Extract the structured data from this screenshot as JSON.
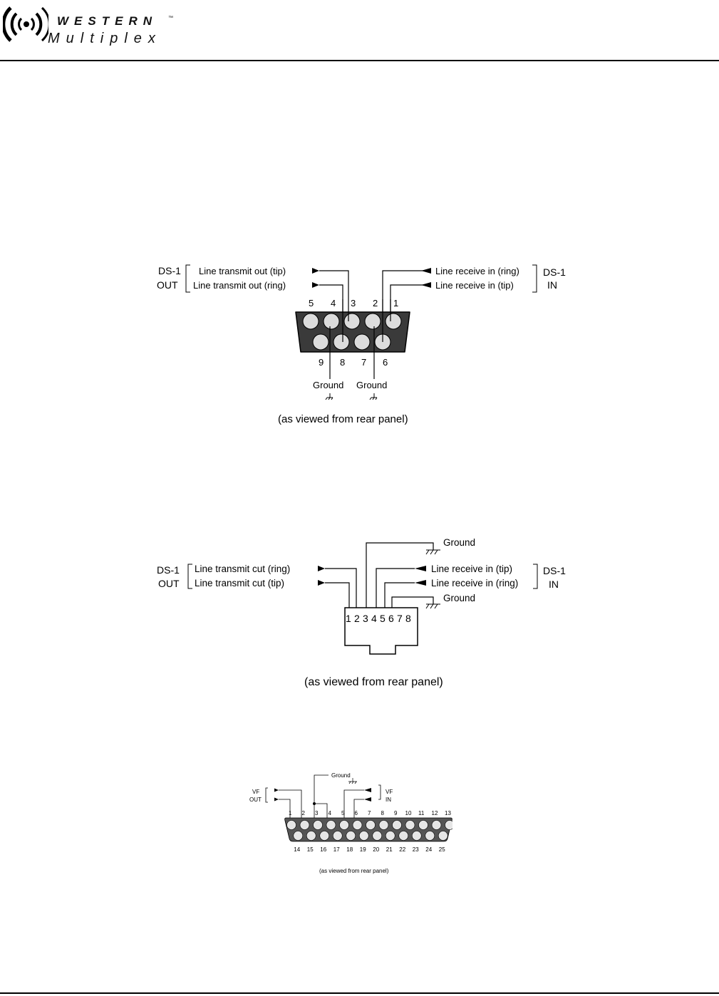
{
  "header": {
    "brand_line1": "WESTERN",
    "trademark": "™",
    "brand_line2": "Multiplex"
  },
  "db9": {
    "out_group": [
      "DS-1",
      "OUT"
    ],
    "in_group": [
      "DS-1",
      "IN"
    ],
    "out_signals": [
      "Line transmit out (tip)",
      "Line transmit out (ring)"
    ],
    "in_signals": [
      "Line receive in (ring)",
      "Line receive in (tip)"
    ],
    "top_pins": [
      "5",
      "4",
      "3",
      "2",
      "1"
    ],
    "bottom_pins": [
      "9",
      "8",
      "7",
      "6"
    ],
    "ground_label": "Ground",
    "caption": "(as viewed from rear panel)"
  },
  "rj48": {
    "out_group": [
      "DS-1",
      "OUT"
    ],
    "in_group": [
      "DS-1",
      "IN"
    ],
    "out_signals": [
      "Line transmit cut (ring)",
      "Line transmit cut (tip)"
    ],
    "in_signals": [
      "Line receive in (tip)",
      "Line receive in (ring)"
    ],
    "ground_label": "Ground",
    "pins": [
      "1",
      "2",
      "3",
      "4",
      "5",
      "6",
      "7",
      "8"
    ],
    "caption": "(as viewed from rear panel)"
  },
  "db25": {
    "out_group": [
      "VF",
      "OUT"
    ],
    "in_group": [
      "VF",
      "IN"
    ],
    "ground_label": "Ground",
    "top_pins": [
      "1",
      "2",
      "3",
      "4",
      "5",
      "6",
      "7",
      "8",
      "9",
      "10",
      "11",
      "12",
      "13"
    ],
    "bottom_pins": [
      "14",
      "15",
      "16",
      "17",
      "18",
      "19",
      "20",
      "21",
      "22",
      "23",
      "24",
      "25"
    ],
    "caption": "(as viewed from rear panel)"
  }
}
